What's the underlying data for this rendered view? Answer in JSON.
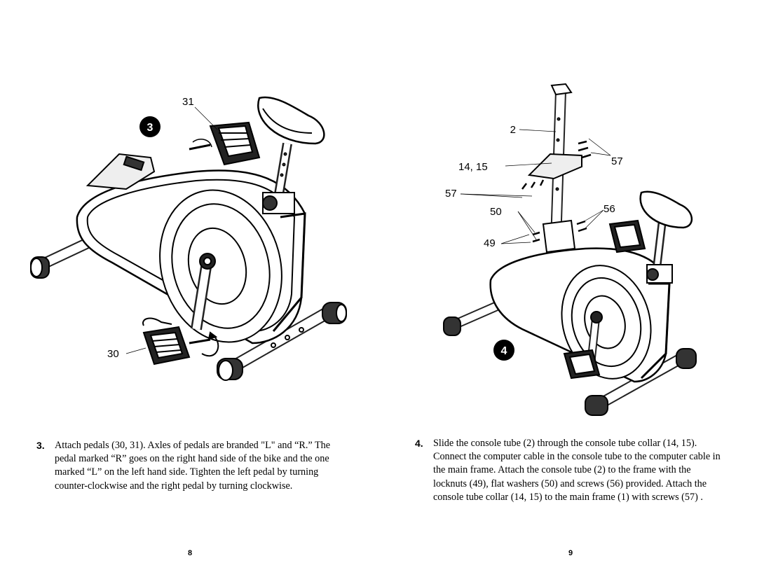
{
  "left_page": {
    "figure": {
      "badge": "3",
      "callouts": {
        "pedal_right": "31",
        "pedal_left": "30"
      }
    },
    "step": {
      "number": "3.",
      "text": "Attach pedals (30, 31). Axles of pedals are branded \"L\" and “R.” The pedal marked “R” goes on the right hand side of the bike and the one marked “L” on the left hand side. Tighten the left pedal by turning counter-clockwise and the right pedal by turning clockwise."
    },
    "page_number": "8"
  },
  "right_page": {
    "figure": {
      "badge": "4",
      "callouts": {
        "console_tube": "2",
        "console_collar": "14, 15",
        "screws_top": "57",
        "screws_left": "57",
        "flat_washers": "50",
        "screws_lower": "56",
        "locknuts": "49"
      }
    },
    "step": {
      "number": "4.",
      "text": "Slide the console tube (2) through the console tube collar (14, 15). Connect the computer cable in the console tube to the computer cable in the main frame. Attach the console tube (2) to the frame with the locknuts (49), flat washers (50) and screws (56) provided. Attach the console tube collar (14, 15) to the main frame (1) with screws (57) ."
    },
    "page_number": "9"
  }
}
